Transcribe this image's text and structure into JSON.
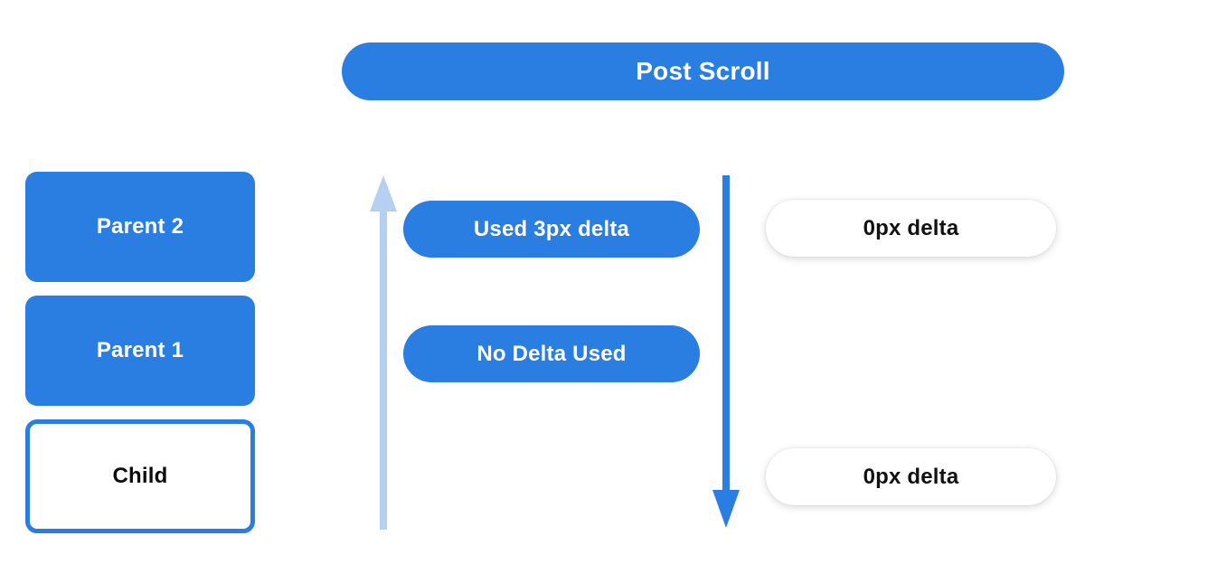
{
  "header": {
    "title": "Post Scroll"
  },
  "left_column": {
    "boxes": [
      {
        "label": "Parent 2",
        "style": "filled"
      },
      {
        "label": "Parent 1",
        "style": "filled"
      },
      {
        "label": "Child",
        "style": "outlined"
      }
    ]
  },
  "middle_column": {
    "pills": [
      {
        "label": "Used 3px delta"
      },
      {
        "label": "No Delta Used"
      }
    ],
    "arrow_up": {
      "name": "scroll-up-arrow",
      "direction": "up"
    }
  },
  "right_column": {
    "pills": [
      {
        "label": "0px delta"
      },
      {
        "label": "0px delta"
      }
    ],
    "arrow_down": {
      "name": "scroll-down-arrow",
      "direction": "down"
    }
  },
  "colors": {
    "accent_blue": "#2a7de1",
    "light_blue": "#b6d0f2",
    "arrow_blue": "#2a7de1",
    "text_white": "#ffffff",
    "text_dark": "#0b0b0b",
    "background": "#ffffff"
  }
}
